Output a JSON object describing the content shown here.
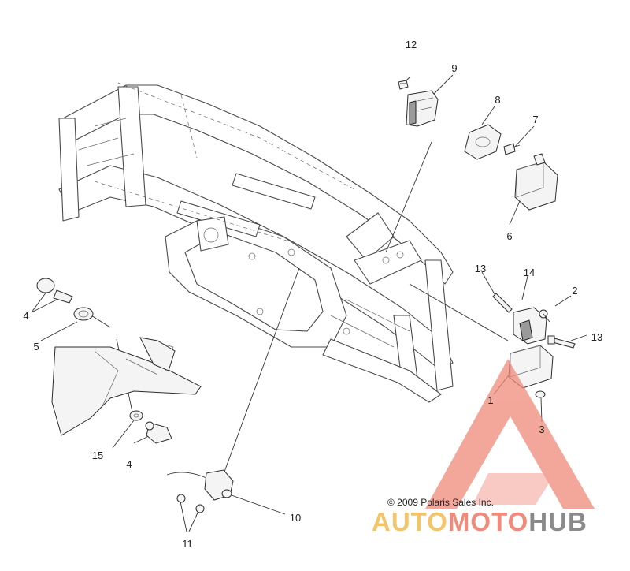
{
  "callouts": {
    "c1": "1",
    "c2": "2",
    "c3": "3",
    "c4a": "4",
    "c4b": "4",
    "c5": "5",
    "c6": "6",
    "c7": "7",
    "c8": "8",
    "c9": "9",
    "c10": "10",
    "c11": "11",
    "c12": "12",
    "c13a": "13",
    "c13b": "13",
    "c14": "14",
    "c15": "15"
  },
  "copyright": "© 2009 Polaris Sales Inc.",
  "watermark": {
    "auto": "AUTO",
    "moto": "MOTO",
    "hub": "HUB",
    "colors": {
      "auto": "#f2c46b",
      "moto": "#f08a7a",
      "hub": "#8a8a8a",
      "triangle": "#f08a7a"
    }
  }
}
